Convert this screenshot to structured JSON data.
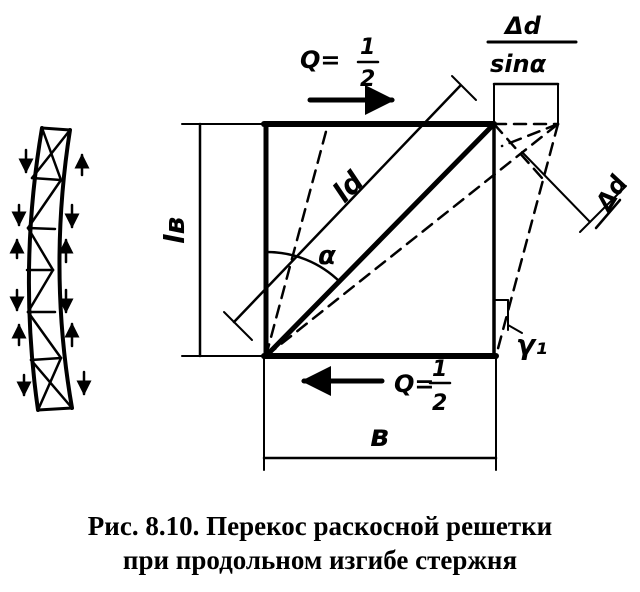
{
  "diagram": {
    "labels": {
      "q_top_prefix": "Q=",
      "q_top_num": "1",
      "q_top_den": "2",
      "q_bottom_prefix": "Q=",
      "q_bottom_num": "1",
      "q_bottom_den": "2",
      "delta_d_sin_num": "Δd",
      "delta_d_sin_den": "sinα",
      "ld": "ld",
      "alpha": "α",
      "lb": "lв",
      "b": "в",
      "delta_d": "Δd",
      "gamma1": "γ₁"
    }
  },
  "caption": {
    "line1": "Рис. 8.10. Перекос раскосной решетки",
    "line2": "при продольном изгибе стержня"
  },
  "colors": {
    "ink": "#000000",
    "paper": "#ffffff"
  }
}
